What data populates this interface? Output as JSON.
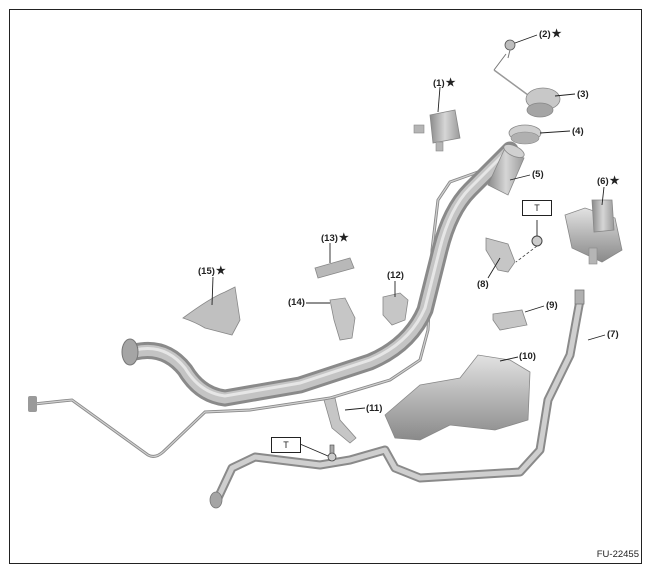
{
  "figure": {
    "id": "FU-22455",
    "colors": {
      "part_fill": "#b8b8b8",
      "part_shade": "#8e8e8e",
      "part_light": "#dcdcdc",
      "line": "#222222"
    }
  },
  "parts": [
    {
      "num": "(1)",
      "star": "★"
    },
    {
      "num": "(2)",
      "star": "★"
    },
    {
      "num": "(3)",
      "star": ""
    },
    {
      "num": "(4)",
      "star": ""
    },
    {
      "num": "(5)",
      "star": ""
    },
    {
      "num": "(6)",
      "star": "★"
    },
    {
      "num": "(7)",
      "star": ""
    },
    {
      "num": "(8)",
      "star": ""
    },
    {
      "num": "(9)",
      "star": ""
    },
    {
      "num": "(10)",
      "star": ""
    },
    {
      "num": "(11)",
      "star": ""
    },
    {
      "num": "(12)",
      "star": ""
    },
    {
      "num": "(13)",
      "star": "★"
    },
    {
      "num": "(14)",
      "star": ""
    },
    {
      "num": "(15)",
      "star": "★"
    }
  ],
  "torque_boxes": [
    {
      "label": "T"
    },
    {
      "label": "T"
    }
  ]
}
